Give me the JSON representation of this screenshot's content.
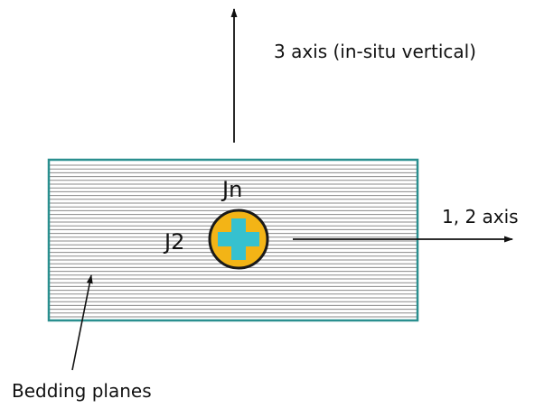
{
  "labels": {
    "axis_vertical": "3 axis (in-situ vertical)",
    "axis_horizontal": "1, 2 axis",
    "jn": "Jn",
    "j2": "J2",
    "bedding": "Bedding planes"
  },
  "colors": {
    "block_border": "#2a8f8f",
    "bedding_lines": "#8a8a8a",
    "circle_fill": "#f3b416",
    "circle_stroke": "#1a1a1a",
    "cross_fill": "#36c1cf",
    "arrow": "#111111"
  },
  "icons": {
    "cross": "plus-cross-icon"
  }
}
